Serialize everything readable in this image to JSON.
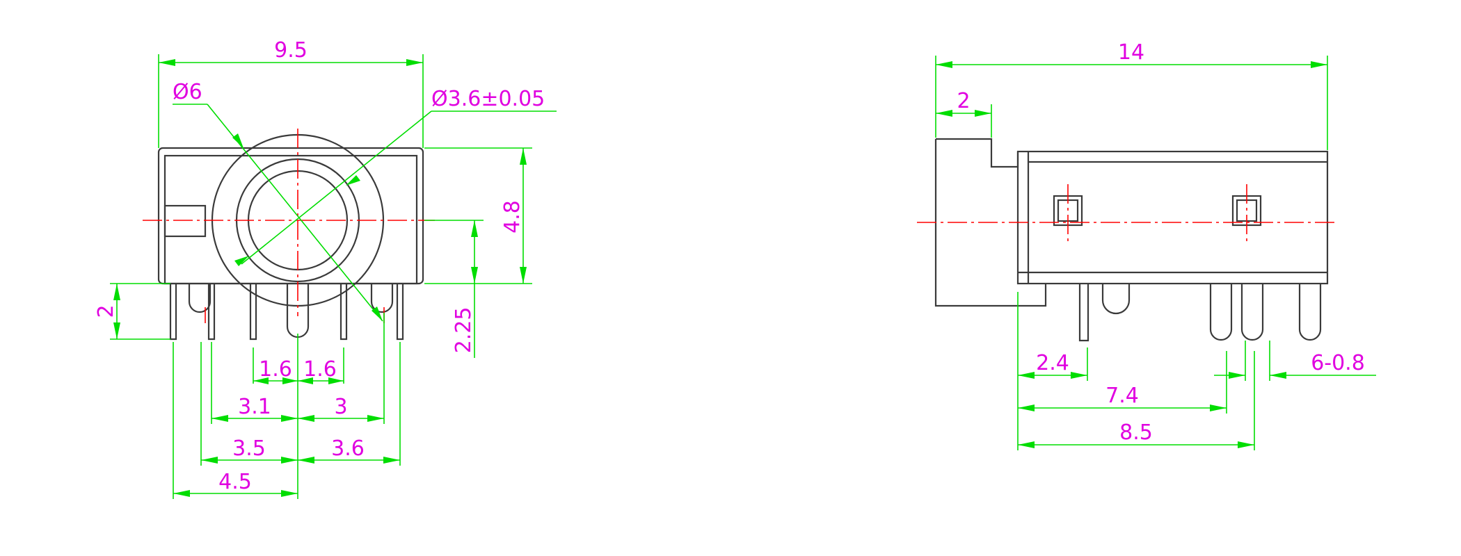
{
  "colors": {
    "outline": "#3a3a3a",
    "dimension_line": "#00dd00",
    "dimension_text": "#e000e0",
    "center_line": "#ff0000"
  },
  "front_view": {
    "width": "9.5",
    "outer_diameter": "Ø6",
    "hole_diameter": "Ø3.6±0.05",
    "height": "4.8",
    "pin_length": "2",
    "pin_offset": "2.25",
    "pitch_left_inner": "1.6",
    "pitch_right_inner": "1.6",
    "pitch_left_mid": "3.1",
    "pitch_right_mid": "3",
    "pitch_left_outer": "3.5",
    "pitch_right_outer": "3.6",
    "pitch_left_extreme": "4.5"
  },
  "side_view": {
    "length": "14",
    "front_step": "2",
    "pin_offset_1": "2.4",
    "pin_offset_2": "7.4",
    "pin_offset_3": "8.5",
    "pin_spec": "6-0.8"
  }
}
